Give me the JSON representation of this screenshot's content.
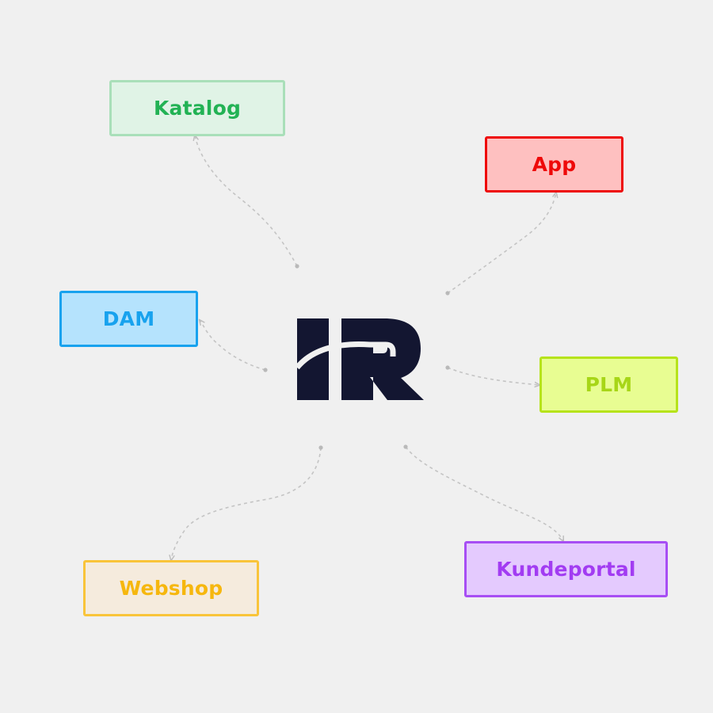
{
  "hub": {
    "logo_icon": "ir-logo-icon",
    "logo_color": "#131631"
  },
  "connector_color": "#c4c4c4",
  "nodes": {
    "katalog": {
      "label": "Katalog",
      "text_color": "#22b254",
      "fill": "#e0f3e6",
      "border": "#a9dfb9"
    },
    "app": {
      "label": "App",
      "text_color": "#ee0a0a",
      "fill": "#fec0c0",
      "border": "#ee0a0a"
    },
    "dam": {
      "label": "DAM",
      "text_color": "#18a2ee",
      "fill": "#b5e3fd",
      "border": "#18a2ee"
    },
    "plm": {
      "label": "PLM",
      "text_color": "#a7d617",
      "fill": "#e8fd92",
      "border": "#b6e31b"
    },
    "webshop": {
      "label": "Webshop",
      "text_color": "#f6b70e",
      "fill": "#f5ebdd",
      "border": "#f9c43a"
    },
    "kundeportal": {
      "label": "Kundeportal",
      "text_color": "#a23cf2",
      "fill": "#e4cafe",
      "border": "#a74ef4"
    }
  }
}
